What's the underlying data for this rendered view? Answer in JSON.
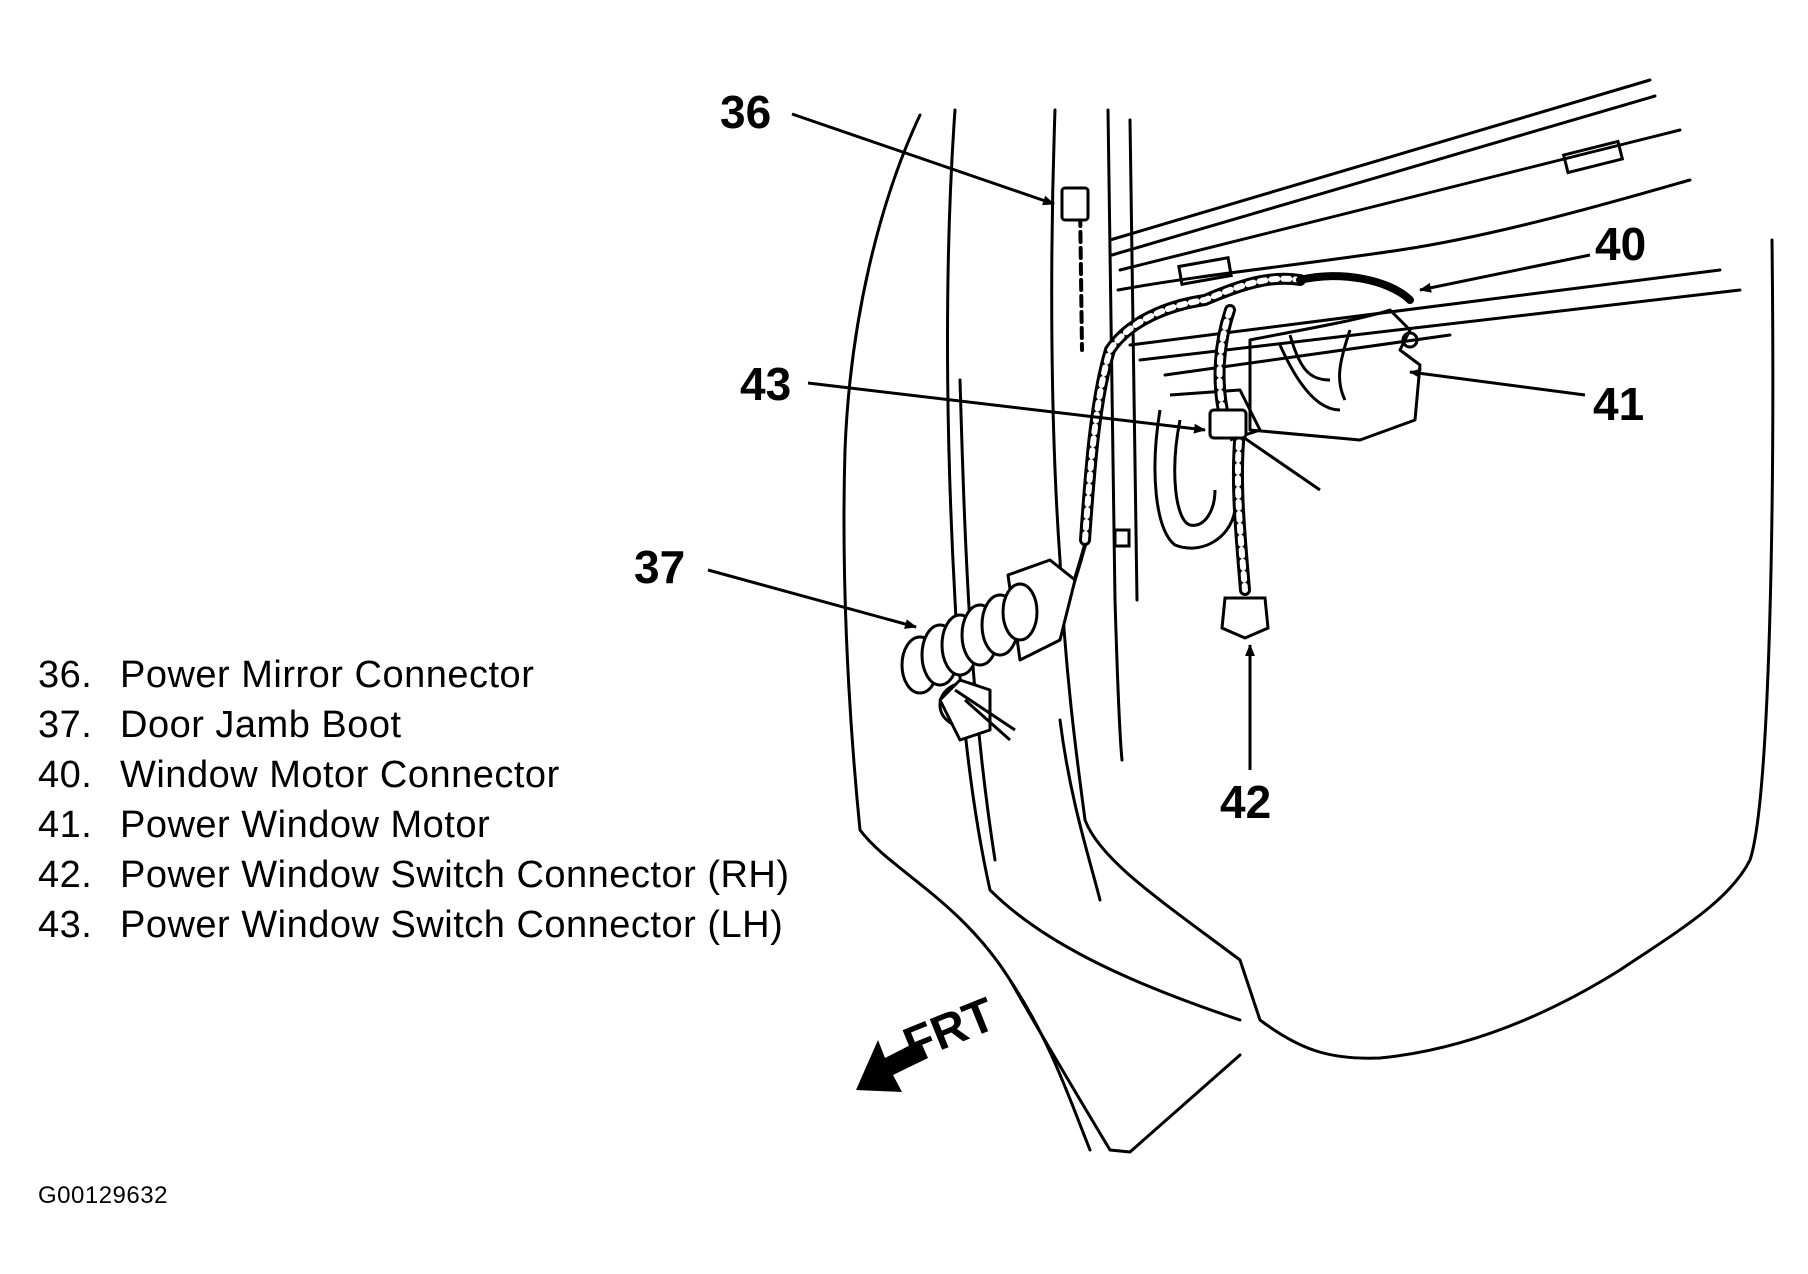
{
  "callouts": [
    {
      "number": "36"
    },
    {
      "number": "37"
    },
    {
      "number": "40"
    },
    {
      "number": "41"
    },
    {
      "number": "42"
    },
    {
      "number": "43"
    }
  ],
  "legend": [
    {
      "number": "36.",
      "label": "Power Mirror Connector"
    },
    {
      "number": "37.",
      "label": "Door Jamb Boot"
    },
    {
      "number": "40.",
      "label": "Window Motor Connector"
    },
    {
      "number": "41.",
      "label": "Power Window Motor"
    },
    {
      "number": "42.",
      "label": "Power Window Switch Connector (RH)"
    },
    {
      "number": "43.",
      "label": "Power Window Switch Connector (LH)"
    }
  ],
  "direction_label": "FRT",
  "figure_id": "G00129632"
}
